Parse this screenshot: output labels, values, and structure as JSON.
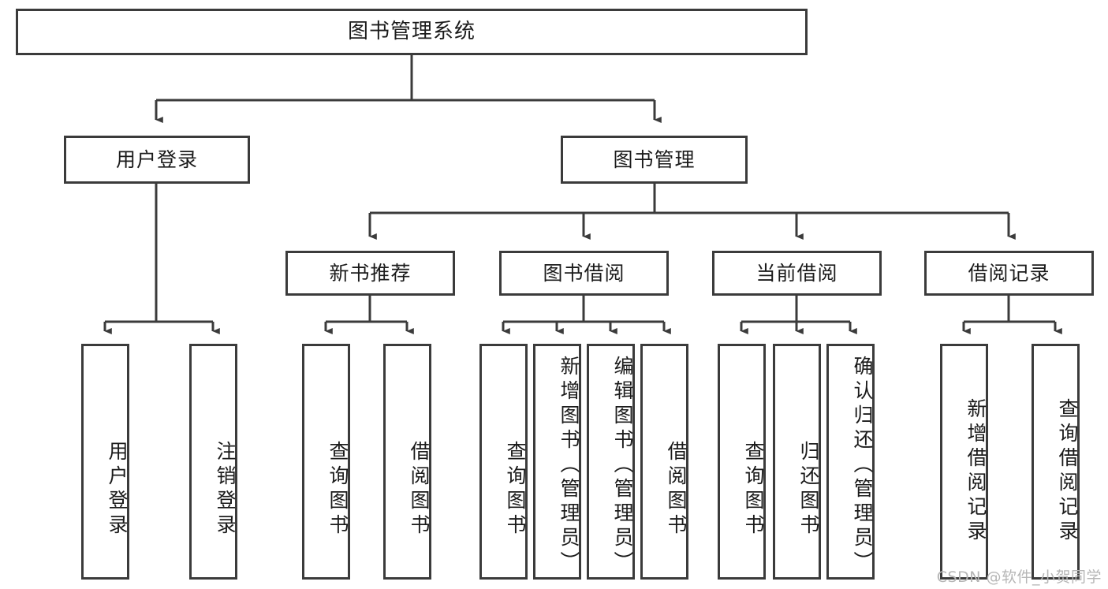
{
  "diagram": {
    "type": "tree-hierarchy-chart",
    "title": "图书管理系统",
    "line_color": "#3b3b3b",
    "box_fill": "#ffffff",
    "text_color": "#1b1b1b",
    "nodes": {
      "root": {
        "label": "图书管理系统",
        "orientation": "horizontal"
      },
      "user_login": {
        "label": "用户登录",
        "orientation": "horizontal"
      },
      "book_manage": {
        "label": "图书管理",
        "orientation": "horizontal"
      },
      "new_book_rec": {
        "label": "新书推荐",
        "orientation": "horizontal"
      },
      "book_borrow": {
        "label": "图书借阅",
        "orientation": "horizontal"
      },
      "current_borrow": {
        "label": "当前借阅",
        "orientation": "horizontal"
      },
      "borrow_record": {
        "label": "借阅记录",
        "orientation": "horizontal"
      },
      "leaf_user_login": {
        "label": "用户登录",
        "orientation": "vertical"
      },
      "leaf_logout": {
        "label": "注销登录",
        "orientation": "vertical"
      },
      "leaf_rec_query": {
        "label": "查询图书",
        "orientation": "vertical"
      },
      "leaf_rec_borrow": {
        "label": "借阅图书",
        "orientation": "vertical"
      },
      "leaf_borrow_query": {
        "label": "查询图书",
        "orientation": "vertical"
      },
      "leaf_borrow_add": {
        "label": "新增图书（管理员）",
        "orientation": "vertical"
      },
      "leaf_borrow_edit": {
        "label": "编辑图书（管理员）",
        "orientation": "vertical"
      },
      "leaf_borrow_lend": {
        "label": "借阅图书",
        "orientation": "vertical"
      },
      "leaf_cur_query": {
        "label": "查询图书",
        "orientation": "vertical"
      },
      "leaf_cur_return": {
        "label": "归还图书",
        "orientation": "vertical"
      },
      "leaf_cur_confirm": {
        "label": "确认归还（管理员）",
        "orientation": "vertical"
      },
      "leaf_rec_add": {
        "label": "新增借阅记录",
        "orientation": "vertical"
      },
      "leaf_rec_query2": {
        "label": "查询借阅记录",
        "orientation": "vertical"
      }
    },
    "edges": [
      {
        "from": "root",
        "to": "user_login"
      },
      {
        "from": "root",
        "to": "book_manage"
      },
      {
        "from": "book_manage",
        "to": "new_book_rec"
      },
      {
        "from": "book_manage",
        "to": "book_borrow"
      },
      {
        "from": "book_manage",
        "to": "current_borrow"
      },
      {
        "from": "book_manage",
        "to": "borrow_record"
      },
      {
        "from": "user_login",
        "to": "leaf_user_login"
      },
      {
        "from": "user_login",
        "to": "leaf_logout"
      },
      {
        "from": "new_book_rec",
        "to": "leaf_rec_query"
      },
      {
        "from": "new_book_rec",
        "to": "leaf_rec_borrow"
      },
      {
        "from": "book_borrow",
        "to": "leaf_borrow_query"
      },
      {
        "from": "book_borrow",
        "to": "leaf_borrow_add"
      },
      {
        "from": "book_borrow",
        "to": "leaf_borrow_edit"
      },
      {
        "from": "book_borrow",
        "to": "leaf_borrow_lend"
      },
      {
        "from": "current_borrow",
        "to": "leaf_cur_query"
      },
      {
        "from": "current_borrow",
        "to": "leaf_cur_return"
      },
      {
        "from": "current_borrow",
        "to": "leaf_cur_confirm"
      },
      {
        "from": "borrow_record",
        "to": "leaf_rec_add"
      },
      {
        "from": "borrow_record",
        "to": "leaf_rec_query2"
      }
    ]
  },
  "watermark": {
    "text": "CSDN @软件_小贺同学"
  }
}
